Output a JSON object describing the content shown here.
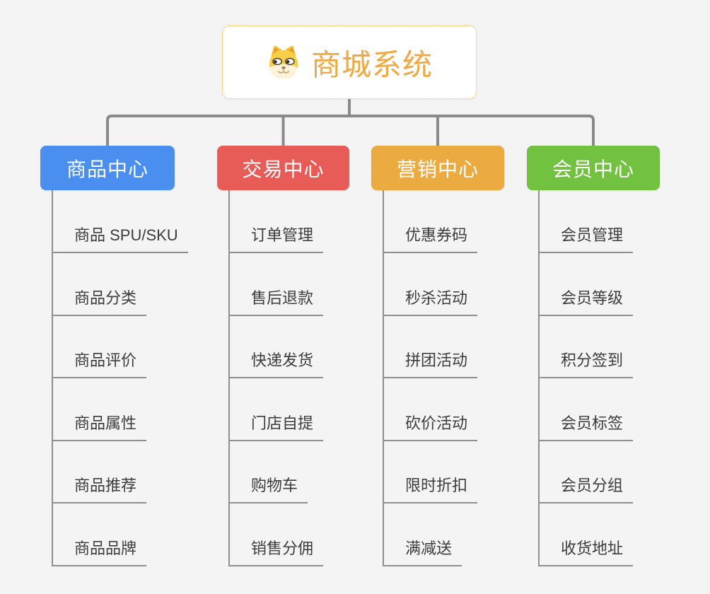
{
  "root": {
    "title": "商城系统",
    "icon": "dog-icon",
    "accent_color": "#f0a843"
  },
  "branches": [
    {
      "label": "商品中心",
      "color": "#4a8ff0",
      "children": [
        "商品 SPU/SKU",
        "商品分类",
        "商品评价",
        "商品属性",
        "商品推荐",
        "商品品牌"
      ]
    },
    {
      "label": "交易中心",
      "color": "#e85c58",
      "children": [
        "订单管理",
        "售后退款",
        "快递发货",
        "门店自提",
        "购物车",
        "销售分佣"
      ]
    },
    {
      "label": "营销中心",
      "color": "#ecab41",
      "children": [
        "优惠券码",
        "秒杀活动",
        "拼团活动",
        "砍价活动",
        "限时折扣",
        "满减送"
      ]
    },
    {
      "label": "会员中心",
      "color": "#72c141",
      "children": [
        "会员管理",
        "会员等级",
        "积分签到",
        "会员标签",
        "会员分组",
        "收货地址"
      ]
    }
  ],
  "connector_color": "#8a8a8a"
}
